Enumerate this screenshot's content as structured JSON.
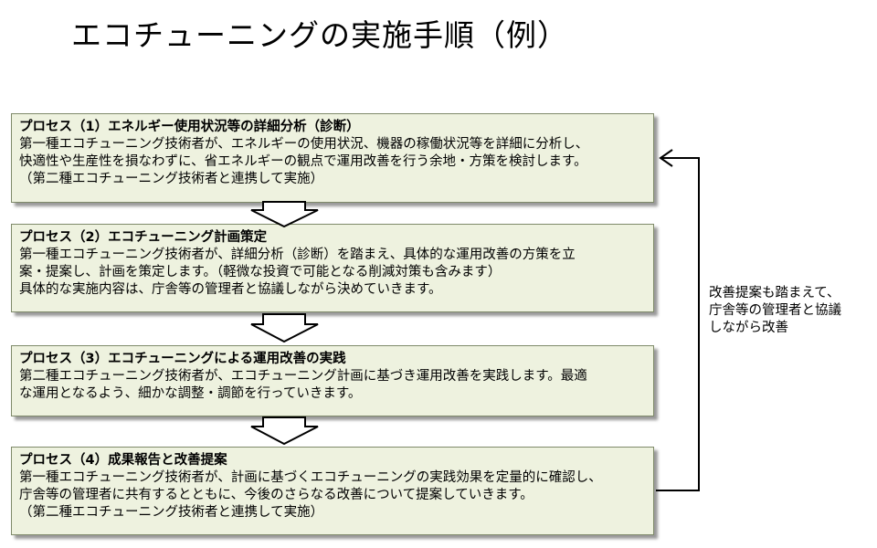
{
  "title": "エコチューニングの実施手順（例）",
  "steps": [
    {
      "title": "プロセス（1）エネルギー使用状況等の詳細分析（診断）",
      "lines": [
        "第一種エコチューニング技術者が、エネルギーの使用状況、機器の稼働状況等を詳細に分析し、",
        "快適性や生産性を損なわずに、省エネルギーの観点で運用改善を行う余地・方策を検討します。",
        "（第二種エコチューニング技術者と連携して実施）"
      ]
    },
    {
      "title": "プロセス（2）エコチューニング計画策定",
      "lines": [
        "第一種エコチューニング技術者が、詳細分析（診断）を踏まえ、具体的な運用改善の方策を立",
        "案・提案し、計画を策定します。（軽微な投資で可能となる削減対策も含みます）",
        "具体的な実施内容は、庁舎等の管理者と協議しながら決めていきます。"
      ]
    },
    {
      "title": "プロセス（3）エコチューニングによる運用改善の実践",
      "lines": [
        "第二種エコチューニング技術者が、エコチューニング計画に基づき運用改善を実践します。最適",
        "な運用となるよう、細かな調整・調節を行っていきます。"
      ]
    },
    {
      "title": "プロセス（4）成果報告と改善提案",
      "lines": [
        "第一種エコチューニング技術者が、計画に基づくエコチューニングの実践効果を定量的に確認し、",
        "庁舎等の管理者に共有するとともに、今後のさらなる改善について提案していきます。",
        "（第二種エコチューニング技術者と連携して実施）"
      ]
    }
  ],
  "feedback_note": [
    "改善提案も踏まえて、",
    "庁舎等の管理者と協議",
    "しながら改善"
  ]
}
